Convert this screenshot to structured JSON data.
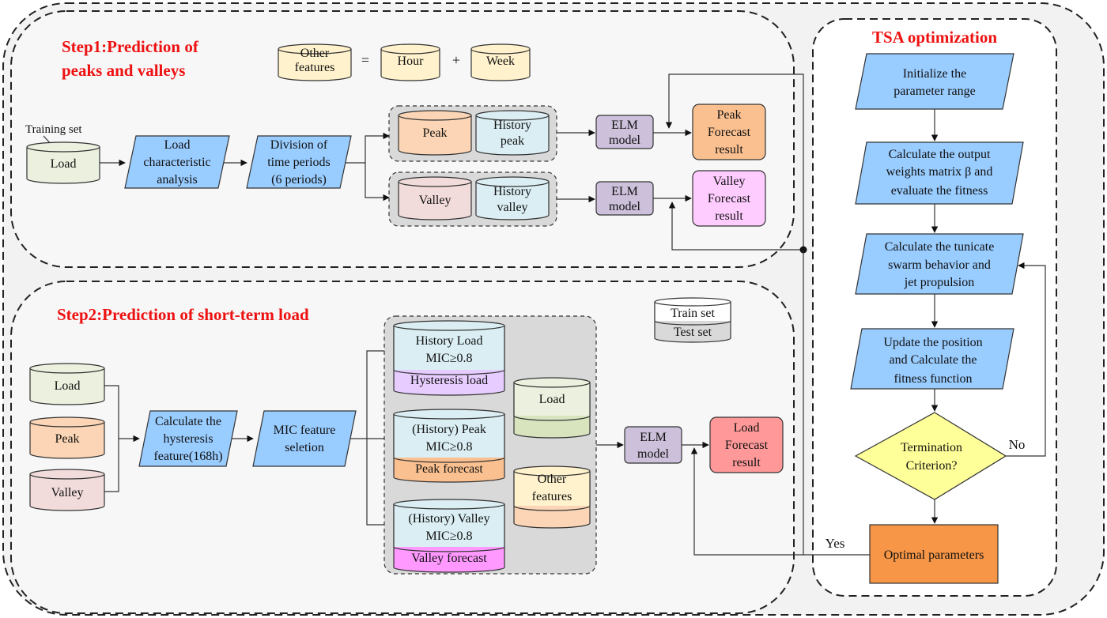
{
  "outer": {},
  "step1": {
    "title_line1": "Step1:Prediction of",
    "title_line2": "peaks and valleys",
    "other_features_line1": "Other",
    "other_features_line2": "features",
    "equals": "=",
    "hour": "Hour",
    "plus": "+",
    "week": "Week",
    "training_set": "Training set",
    "load": "Load",
    "load_char_line1": "Load",
    "load_char_line2": "characteristic",
    "load_char_line3": "analysis",
    "division_line1": "Division of",
    "division_line2": "time periods",
    "division_line3": "(6 periods)",
    "peak": "Peak",
    "history_peak_line1": "History",
    "history_peak_line2": "peak",
    "valley": "Valley",
    "history_valley_line1": "History",
    "history_valley_line2": "valley",
    "elm_line1": "ELM",
    "elm_line2": "model",
    "peak_result_line1": "Peak",
    "peak_result_line2": "Forecast",
    "peak_result_line3": "result",
    "valley_result_line1": "Valley",
    "valley_result_line2": "Forecast",
    "valley_result_line3": "result"
  },
  "step2": {
    "title": "Step2:Prediction of short-term load",
    "legend_train": "Train set",
    "legend_test": "Test set",
    "load": "Load",
    "peak": "Peak",
    "valley": "Valley",
    "hyst_line1": "Calculate the",
    "hyst_line2": "hysteresis",
    "hyst_line3": "feature(168h)",
    "mic_line1": "MIC feature",
    "mic_line2": "seletion",
    "hist_load_line1": "History Load",
    "hist_load_line2": "MIC≥0.8",
    "hysteresis_load": "Hysteresis load",
    "hist_peak_line1": "(History) Peak",
    "hist_peak_line2": "MIC≥0.8",
    "peak_forecast": "Peak forecast",
    "hist_valley_line1": "(History) Valley",
    "hist_valley_line2": "MIC≥0.8",
    "valley_forecast": "Valley forecast",
    "load_db": "Load",
    "other_features_line1": "Other",
    "other_features_line2": "features",
    "elm_line1": "ELM",
    "elm_line2": "model",
    "load_result_line1": "Load",
    "load_result_line2": "Forecast",
    "load_result_line3": "result"
  },
  "tsa": {
    "title": "TSA optimization",
    "init_line1": "Initialize the",
    "init_line2": "parameter range",
    "calc_line1": "Calculate the output",
    "calc_line2": "weights matrix β and",
    "calc_line3": "evaluate the fitness",
    "swarm_line1": "Calculate the tunicate",
    "swarm_line2": "swarm behavior and",
    "swarm_line3": "jet propulsion",
    "update_line1": "Update the position",
    "update_line2": "and Calculate the",
    "update_line3": "fitness function",
    "term_line1": "Termination",
    "term_line2": "Criterion?",
    "no": "No",
    "yes": "Yes",
    "optimal": "Optimal parameters"
  },
  "colors": {
    "blue": "#99ccff",
    "green_db": "#ebf1de",
    "peak_db": "#fbd5b5",
    "valley_db": "#f2dcdb",
    "history_db": "#daeef3",
    "elm": "#ccc0da",
    "peak_result": "#fac090",
    "valley_result": "#ffccff",
    "load_result": "#ff9999",
    "yellow_db": "#fff2cc",
    "decision": "#ffff99",
    "optimal": "#f79646",
    "group_bg": "#d9d9d9",
    "pink_band": "#ff99ff",
    "orange_band": "#fac090",
    "purple_band": "#e6ccff",
    "green_band": "#d7e4bd",
    "title_red": "#ee1111"
  }
}
